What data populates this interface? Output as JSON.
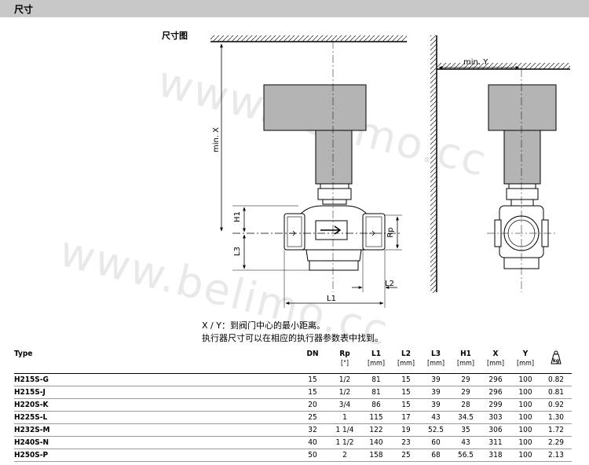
{
  "header": {
    "title": "尺寸"
  },
  "section": {
    "subtitle": "尺寸图"
  },
  "watermark": {
    "text": "www.belimo.cc"
  },
  "drawing": {
    "label_min_x": "min. X",
    "label_min_y": "min. Y",
    "label_h1": "H1",
    "label_l3": "L3",
    "label_rp": "Rp",
    "label_l1": "L1",
    "label_l2": "L2"
  },
  "notes": {
    "line1": "X / Y：到阀门中心的最小距离。",
    "line2": "执行器尺寸可以在相应的执行器参数表中找到。"
  },
  "table": {
    "headers": {
      "type": "Type",
      "dn": "DN",
      "rp": "Rp",
      "rp_unit": "[\"]",
      "l1": "L1",
      "l1_unit": "[mm]",
      "l2": "L2",
      "l2_unit": "[mm]",
      "l3": "L3",
      "l3_unit": "[mm]",
      "h1": "H1",
      "h1_unit": "[mm]",
      "x": "X",
      "x_unit": "[mm]",
      "y": "Y",
      "y_unit": "[mm]",
      "weight_unit": "kg"
    },
    "rows": [
      {
        "type": "H215S-G",
        "dn": "15",
        "rp": "1/2",
        "l1": "81",
        "l2": "15",
        "l3": "39",
        "h1": "29",
        "x": "296",
        "y": "100",
        "w": "0.82"
      },
      {
        "type": "H215S-J",
        "dn": "15",
        "rp": "1/2",
        "l1": "81",
        "l2": "15",
        "l3": "39",
        "h1": "29",
        "x": "296",
        "y": "100",
        "w": "0.81"
      },
      {
        "type": "H220S-K",
        "dn": "20",
        "rp": "3/4",
        "l1": "86",
        "l2": "15",
        "l3": "39",
        "h1": "28",
        "x": "299",
        "y": "100",
        "w": "0.92"
      },
      {
        "type": "H225S-L",
        "dn": "25",
        "rp": "1",
        "l1": "115",
        "l2": "17",
        "l3": "43",
        "h1": "34.5",
        "x": "303",
        "y": "100",
        "w": "1.30"
      },
      {
        "type": "H232S-M",
        "dn": "32",
        "rp": "1 1/4",
        "l1": "122",
        "l2": "19",
        "l3": "52.5",
        "h1": "35",
        "x": "306",
        "y": "100",
        "w": "1.72"
      },
      {
        "type": "H240S-N",
        "dn": "40",
        "rp": "1 1/2",
        "l1": "140",
        "l2": "23",
        "l3": "60",
        "h1": "43",
        "x": "311",
        "y": "100",
        "w": "2.29"
      },
      {
        "type": "H250S-P",
        "dn": "50",
        "rp": "2",
        "l1": "158",
        "l2": "25",
        "l3": "68",
        "h1": "56.5",
        "x": "318",
        "y": "100",
        "w": "2.13"
      }
    ]
  }
}
